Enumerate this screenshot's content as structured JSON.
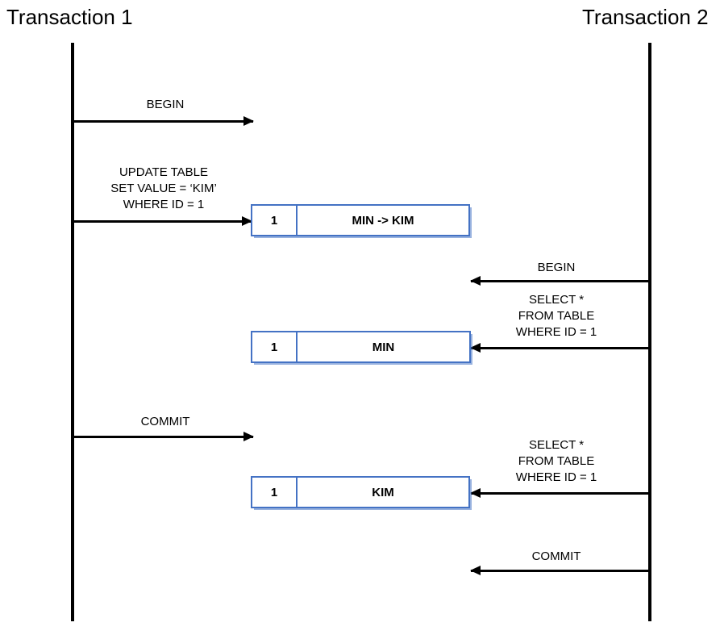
{
  "diagram": {
    "kind": "sequence-diagram",
    "colors": {
      "line": "#000000",
      "record_border": "#4472C4",
      "background": "#ffffff",
      "text": "#000000"
    },
    "lifelines": [
      {
        "id": "left",
        "title": "Transaction 1"
      },
      {
        "id": "right",
        "title": "Transaction 2"
      }
    ],
    "messages": [
      {
        "id": "m1",
        "label": "BEGIN",
        "from": "left",
        "to": "right"
      },
      {
        "id": "m2",
        "label": "UPDATE TABLE\nSET VALUE = ‘KIM’\nWHERE ID = 1",
        "from": "left",
        "to": "right"
      },
      {
        "id": "m3",
        "label": "BEGIN",
        "from": "right",
        "to": "left"
      },
      {
        "id": "m4",
        "label": "SELECT *\nFROM TABLE\nWHERE ID = 1",
        "from": "right",
        "to": "left"
      },
      {
        "id": "m5",
        "label": "COMMIT",
        "from": "left",
        "to": "right"
      },
      {
        "id": "m6",
        "label": "SELECT *\nFROM TABLE\nWHERE ID = 1",
        "from": "right",
        "to": "left"
      },
      {
        "id": "m7",
        "label": "COMMIT",
        "from": "right",
        "to": "left"
      }
    ],
    "records": [
      {
        "id": "r1",
        "key": "1",
        "value": "MIN -> KIM"
      },
      {
        "id": "r2",
        "key": "1",
        "value": "MIN"
      },
      {
        "id": "r3",
        "key": "1",
        "value": "KIM"
      }
    ]
  }
}
